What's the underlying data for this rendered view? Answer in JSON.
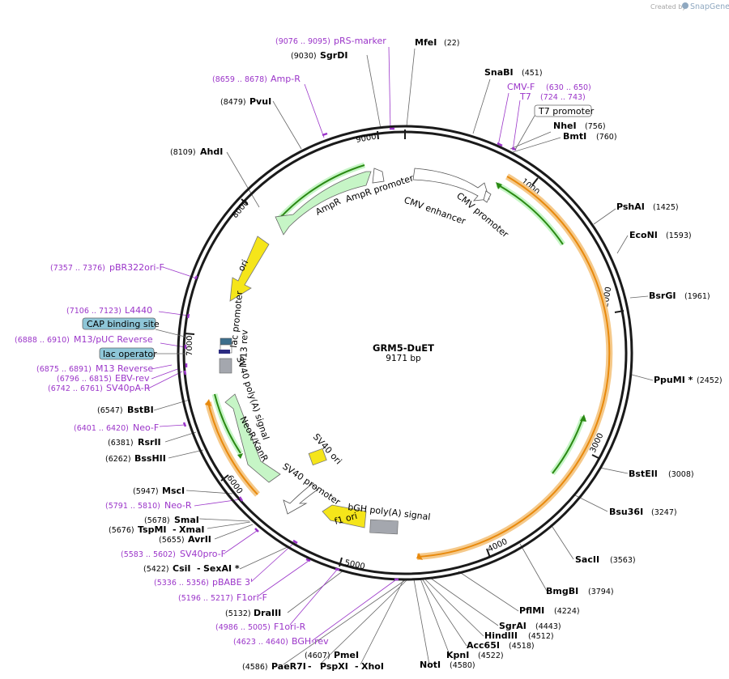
{
  "credit": {
    "prefix": "Created by",
    "brand": "SnapGene"
  },
  "plasmid": {
    "name": "GRM5-DuET",
    "size_label": "9171 bp"
  },
  "tick_labels": [
    "1000",
    "2000",
    "3000",
    "4000",
    "5000",
    "6000",
    "7000",
    "8000",
    "9000"
  ],
  "features": {
    "cmv_enhancer": "CMV enhancer",
    "cmv_promoter": "CMV promoter",
    "ampr_promoter": "AmpR promoter",
    "ampr": "AmpR",
    "ori": "ori",
    "lac_promoter": "lac promoter",
    "m13_rev": "M13 rev",
    "sv40_polya": "SV40 poly(A) signal",
    "neor": "NeoR/KanR",
    "sv40_ori": "SV40 ori",
    "sv40_promoter": "SV40 promoter",
    "f1_ori": "f1 ori",
    "bgh_polya": "bGH poly(A) signal",
    "t7_promoter": "T7 promoter",
    "cap_site": "CAP binding site",
    "lac_operator": "lac operator"
  },
  "colors": {
    "backbone": "#1a1a1a",
    "primer": "#9b35c9",
    "orf_orange": "#f5a623",
    "green_arrow": "#2b8a14",
    "ampr_fill": "#c6f5c6",
    "ori_fill": "#f5e51a",
    "grey_box": "#a4a7ae",
    "blue_box": "#8ec6d8"
  },
  "sites": [
    {
      "name": "MfeI",
      "pos": "(22)"
    },
    {
      "name": "SnaBI",
      "pos": "(451)"
    },
    {
      "name": "NheI",
      "pos": "(756)"
    },
    {
      "name": "BmtI",
      "pos": "(760)"
    },
    {
      "name": "PshAI",
      "pos": "(1425)"
    },
    {
      "name": "EcoNI",
      "pos": "(1593)"
    },
    {
      "name": "BsrGI",
      "pos": "(1961)"
    },
    {
      "name": "PpuMI *",
      "pos": "(2452)"
    },
    {
      "name": "BstEII",
      "pos": "(3008)"
    },
    {
      "name": "Bsu36I",
      "pos": "(3247)"
    },
    {
      "name": "SacII",
      "pos": "(3563)"
    },
    {
      "name": "BmgBI",
      "pos": "(3794)"
    },
    {
      "name": "PflMI",
      "pos": "(4224)"
    },
    {
      "name": "SgrAI",
      "pos": "(4443)"
    },
    {
      "name": "HindIII",
      "pos": "(4512)"
    },
    {
      "name": "Acc65I",
      "pos": "(4518)"
    },
    {
      "name": "KpnI",
      "pos": "(4522)"
    },
    {
      "name": "NotI",
      "pos": "(4580)"
    },
    {
      "name": "PmeI",
      "pos": "(4607)"
    },
    {
      "name": "PaeR7I",
      "pos": "(4586)"
    },
    {
      "name": "PspXI",
      "pos": ""
    },
    {
      "name": "XhoI",
      "pos": ""
    },
    {
      "name": "DraIII",
      "pos": "(5132)"
    },
    {
      "name": "CsiI",
      "pos": "(5422)"
    },
    {
      "name": "SexAI *",
      "pos": ""
    },
    {
      "name": "AvrII",
      "pos": "(5655)"
    },
    {
      "name": "TspMI",
      "pos": "(5676)"
    },
    {
      "name": "XmaI",
      "pos": ""
    },
    {
      "name": "SmaI",
      "pos": "(5678)"
    },
    {
      "name": "MscI",
      "pos": "(5947)"
    },
    {
      "name": "BssHII",
      "pos": "(6262)"
    },
    {
      "name": "RsrII",
      "pos": "(6381)"
    },
    {
      "name": "BstBI",
      "pos": "(6547)"
    },
    {
      "name": "AhdI",
      "pos": "(8109)"
    },
    {
      "name": "PvuI",
      "pos": "(8479)"
    },
    {
      "name": "SgrDI",
      "pos": "(9030)"
    }
  ],
  "primers": [
    {
      "name": "pRS-marker",
      "range": "(9076 .. 9095)"
    },
    {
      "name": "Amp-R",
      "range": "(8659 .. 8678)"
    },
    {
      "name": "CMV-F",
      "range": "(630 .. 650)"
    },
    {
      "name": "T7",
      "range": "(724 .. 743)"
    },
    {
      "name": "pBR322ori-F",
      "range": "(7357 .. 7376)"
    },
    {
      "name": "L4440",
      "range": "(7106 .. 7123)"
    },
    {
      "name": "M13/pUC Reverse",
      "range": "(6888 .. 6910)"
    },
    {
      "name": "M13 Reverse",
      "range": "(6875 .. 6891)"
    },
    {
      "name": "EBV-rev",
      "range": "(6796 .. 6815)"
    },
    {
      "name": "SV40pA-R",
      "range": "(6742 .. 6761)"
    },
    {
      "name": "Neo-F",
      "range": "(6401 .. 6420)"
    },
    {
      "name": "Neo-R",
      "range": "(5791 .. 5810)"
    },
    {
      "name": "SV40pro-F",
      "range": "(5583 .. 5602)"
    },
    {
      "name": "pBABE 3'",
      "range": "(5336 .. 5356)"
    },
    {
      "name": "F1ori-F",
      "range": "(5196 .. 5217)"
    },
    {
      "name": "F1ori-R",
      "range": "(4986 .. 5005)"
    },
    {
      "name": "BGH-rev",
      "range": "(4623 .. 4640)"
    }
  ]
}
